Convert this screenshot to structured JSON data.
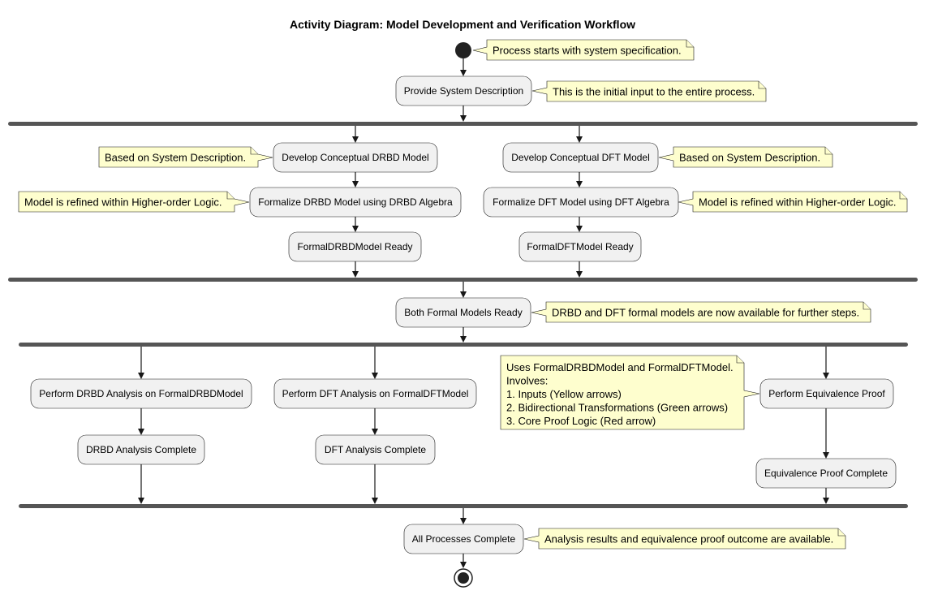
{
  "diagram": {
    "title": "Activity Diagram: Model Development and Verification Workflow",
    "activities": [
      {
        "id": "provide_system_description",
        "label": "Provide System Description"
      },
      {
        "id": "develop_drbd",
        "label": "Develop Conceptual DRBD Model"
      },
      {
        "id": "develop_dft",
        "label": "Develop Conceptual DFT Model"
      },
      {
        "id": "formalize_drbd",
        "label": "Formalize DRBD Model using DRBD Algebra"
      },
      {
        "id": "formalize_dft",
        "label": "Formalize DFT Model using DFT Algebra"
      },
      {
        "id": "drbd_ready",
        "label": "FormalDRBDModel Ready"
      },
      {
        "id": "dft_ready",
        "label": "FormalDFTModel Ready"
      },
      {
        "id": "both_ready",
        "label": "Both Formal Models Ready"
      },
      {
        "id": "drbd_analysis",
        "label": "Perform DRBD Analysis on FormalDRBDModel"
      },
      {
        "id": "dft_analysis",
        "label": "Perform DFT Analysis on FormalDFTModel"
      },
      {
        "id": "equivalence_proof",
        "label": "Perform Equivalence Proof"
      },
      {
        "id": "drbd_analysis_complete",
        "label": "DRBD Analysis Complete"
      },
      {
        "id": "dft_analysis_complete",
        "label": "DFT Analysis Complete"
      },
      {
        "id": "equivalence_complete",
        "label": "Equivalence Proof Complete"
      },
      {
        "id": "all_complete",
        "label": "All Processes Complete"
      }
    ],
    "notes": [
      {
        "id": "note_start",
        "lines": [
          "Process starts with system specification."
        ]
      },
      {
        "id": "note_initial_input",
        "lines": [
          "This is the initial input to the entire process."
        ]
      },
      {
        "id": "note_drbd_based",
        "lines": [
          "Based on System Description."
        ]
      },
      {
        "id": "note_dft_based",
        "lines": [
          "Based on System Description."
        ]
      },
      {
        "id": "note_drbd_refined",
        "lines": [
          "Model is refined within Higher-order Logic."
        ]
      },
      {
        "id": "note_dft_refined",
        "lines": [
          "Model is refined within Higher-order Logic."
        ]
      },
      {
        "id": "note_both_ready",
        "lines": [
          "DRBD and DFT formal models are now available for further steps."
        ]
      },
      {
        "id": "note_equivalence",
        "lines": [
          "Uses FormalDRBDModel and FormalDFTModel.",
          "Involves:",
          "1. Inputs (Yellow arrows)",
          "2. Bidirectional Transformations (Green arrows)",
          "3. Core Proof Logic (Red arrow)"
        ]
      },
      {
        "id": "note_end",
        "lines": [
          "Analysis results and equivalence proof outcome are available."
        ]
      }
    ]
  }
}
